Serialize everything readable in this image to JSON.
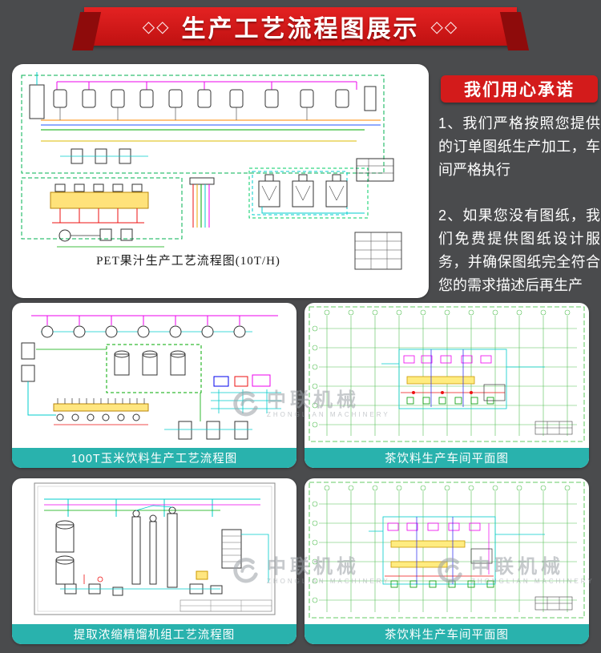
{
  "banner": {
    "ornament_left": "◇◇",
    "title": "生产工艺流程图展示",
    "ornament_right": "◇◇"
  },
  "promise": {
    "badge": "我们用心承诺",
    "paragraph1": "1、我们严格按照您提供的订单图纸生产加工，车间严格执行",
    "paragraph2": "2、如果您没有图纸，我们免费提供图纸设计服务，并确保图纸完全符合您的需求描述后再生产"
  },
  "gallery": {
    "main": {
      "caption": "PET果汁生产工艺流程图(10T/H)"
    },
    "items": [
      {
        "caption": "100T玉米饮料生产工艺流程图"
      },
      {
        "caption": "茶饮料生产车间平面图"
      },
      {
        "caption": "提取浓缩精馏机组工艺流程图"
      },
      {
        "caption": "茶饮料生产车间平面图"
      }
    ]
  },
  "watermark": {
    "text": "中联机械",
    "subtext": "ZHONGLIAN MACHINERY"
  },
  "colors": {
    "background": "#4a4b4d",
    "banner_red": "#d42020",
    "badge_red": "#d31b1b",
    "caption_teal": "#29b2ad"
  }
}
